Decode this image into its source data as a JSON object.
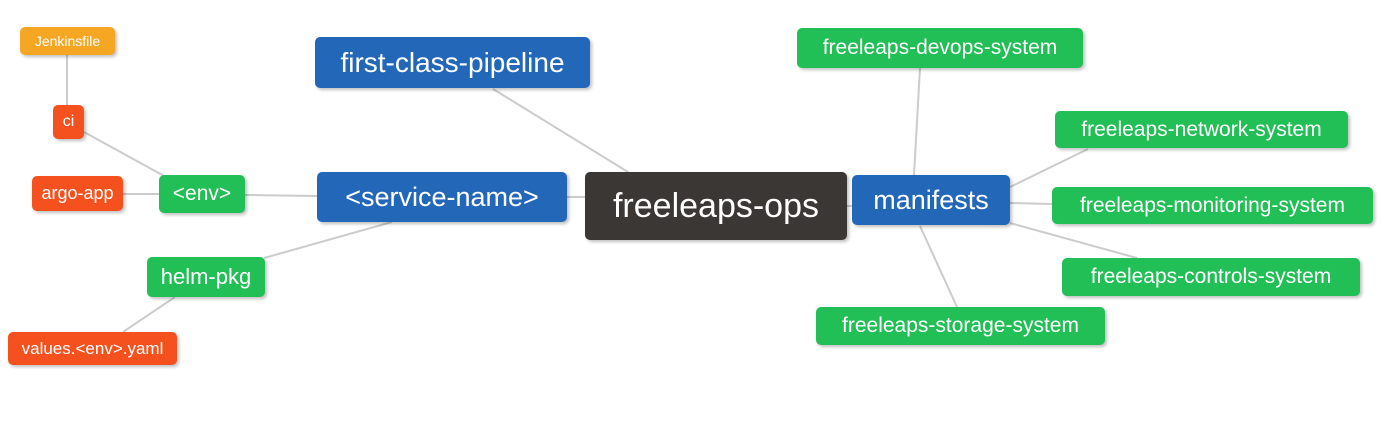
{
  "nodes": {
    "freeleaps_ops": {
      "label": "freeleaps-ops"
    },
    "first_class_pipeline": {
      "label": "first-class-pipeline"
    },
    "service_name": {
      "label": "<service-name>"
    },
    "env": {
      "label": "<env>"
    },
    "ci": {
      "label": "ci"
    },
    "jenkinsfile": {
      "label": "Jenkinsfile"
    },
    "argo_app": {
      "label": "argo-app"
    },
    "helm_pkg": {
      "label": "helm-pkg"
    },
    "values_env_yaml": {
      "label": "values.<env>.yaml"
    },
    "manifests": {
      "label": "manifests"
    },
    "devops_system": {
      "label": "freeleaps-devops-system"
    },
    "network_system": {
      "label": "freeleaps-network-system"
    },
    "monitoring_system": {
      "label": "freeleaps-monitoring-system"
    },
    "controls_system": {
      "label": "freeleaps-controls-system"
    },
    "storage_system": {
      "label": "freeleaps-storage-system"
    }
  },
  "edges": [
    {
      "from": "jenkinsfile",
      "to": "ci"
    },
    {
      "from": "ci",
      "to": "env"
    },
    {
      "from": "argo_app",
      "to": "env"
    },
    {
      "from": "env",
      "to": "service_name"
    },
    {
      "from": "service_name",
      "to": "helm_pkg"
    },
    {
      "from": "helm_pkg",
      "to": "values_env_yaml"
    },
    {
      "from": "first_class_pipeline",
      "to": "freeleaps_ops"
    },
    {
      "from": "service_name",
      "to": "freeleaps_ops"
    },
    {
      "from": "freeleaps_ops",
      "to": "manifests"
    },
    {
      "from": "manifests",
      "to": "devops_system"
    },
    {
      "from": "manifests",
      "to": "network_system"
    },
    {
      "from": "manifests",
      "to": "monitoring_system"
    },
    {
      "from": "manifests",
      "to": "controls_system"
    },
    {
      "from": "manifests",
      "to": "storage_system"
    }
  ],
  "colors": {
    "root_node": "#3b3735",
    "level1_node": "#2368b8",
    "level2_node": "#21bf55",
    "level3_node": "#f4511e",
    "level4_node": "#f5a623",
    "edge": "#cccccc",
    "background": "#ffffff",
    "text": "#ffffff"
  }
}
